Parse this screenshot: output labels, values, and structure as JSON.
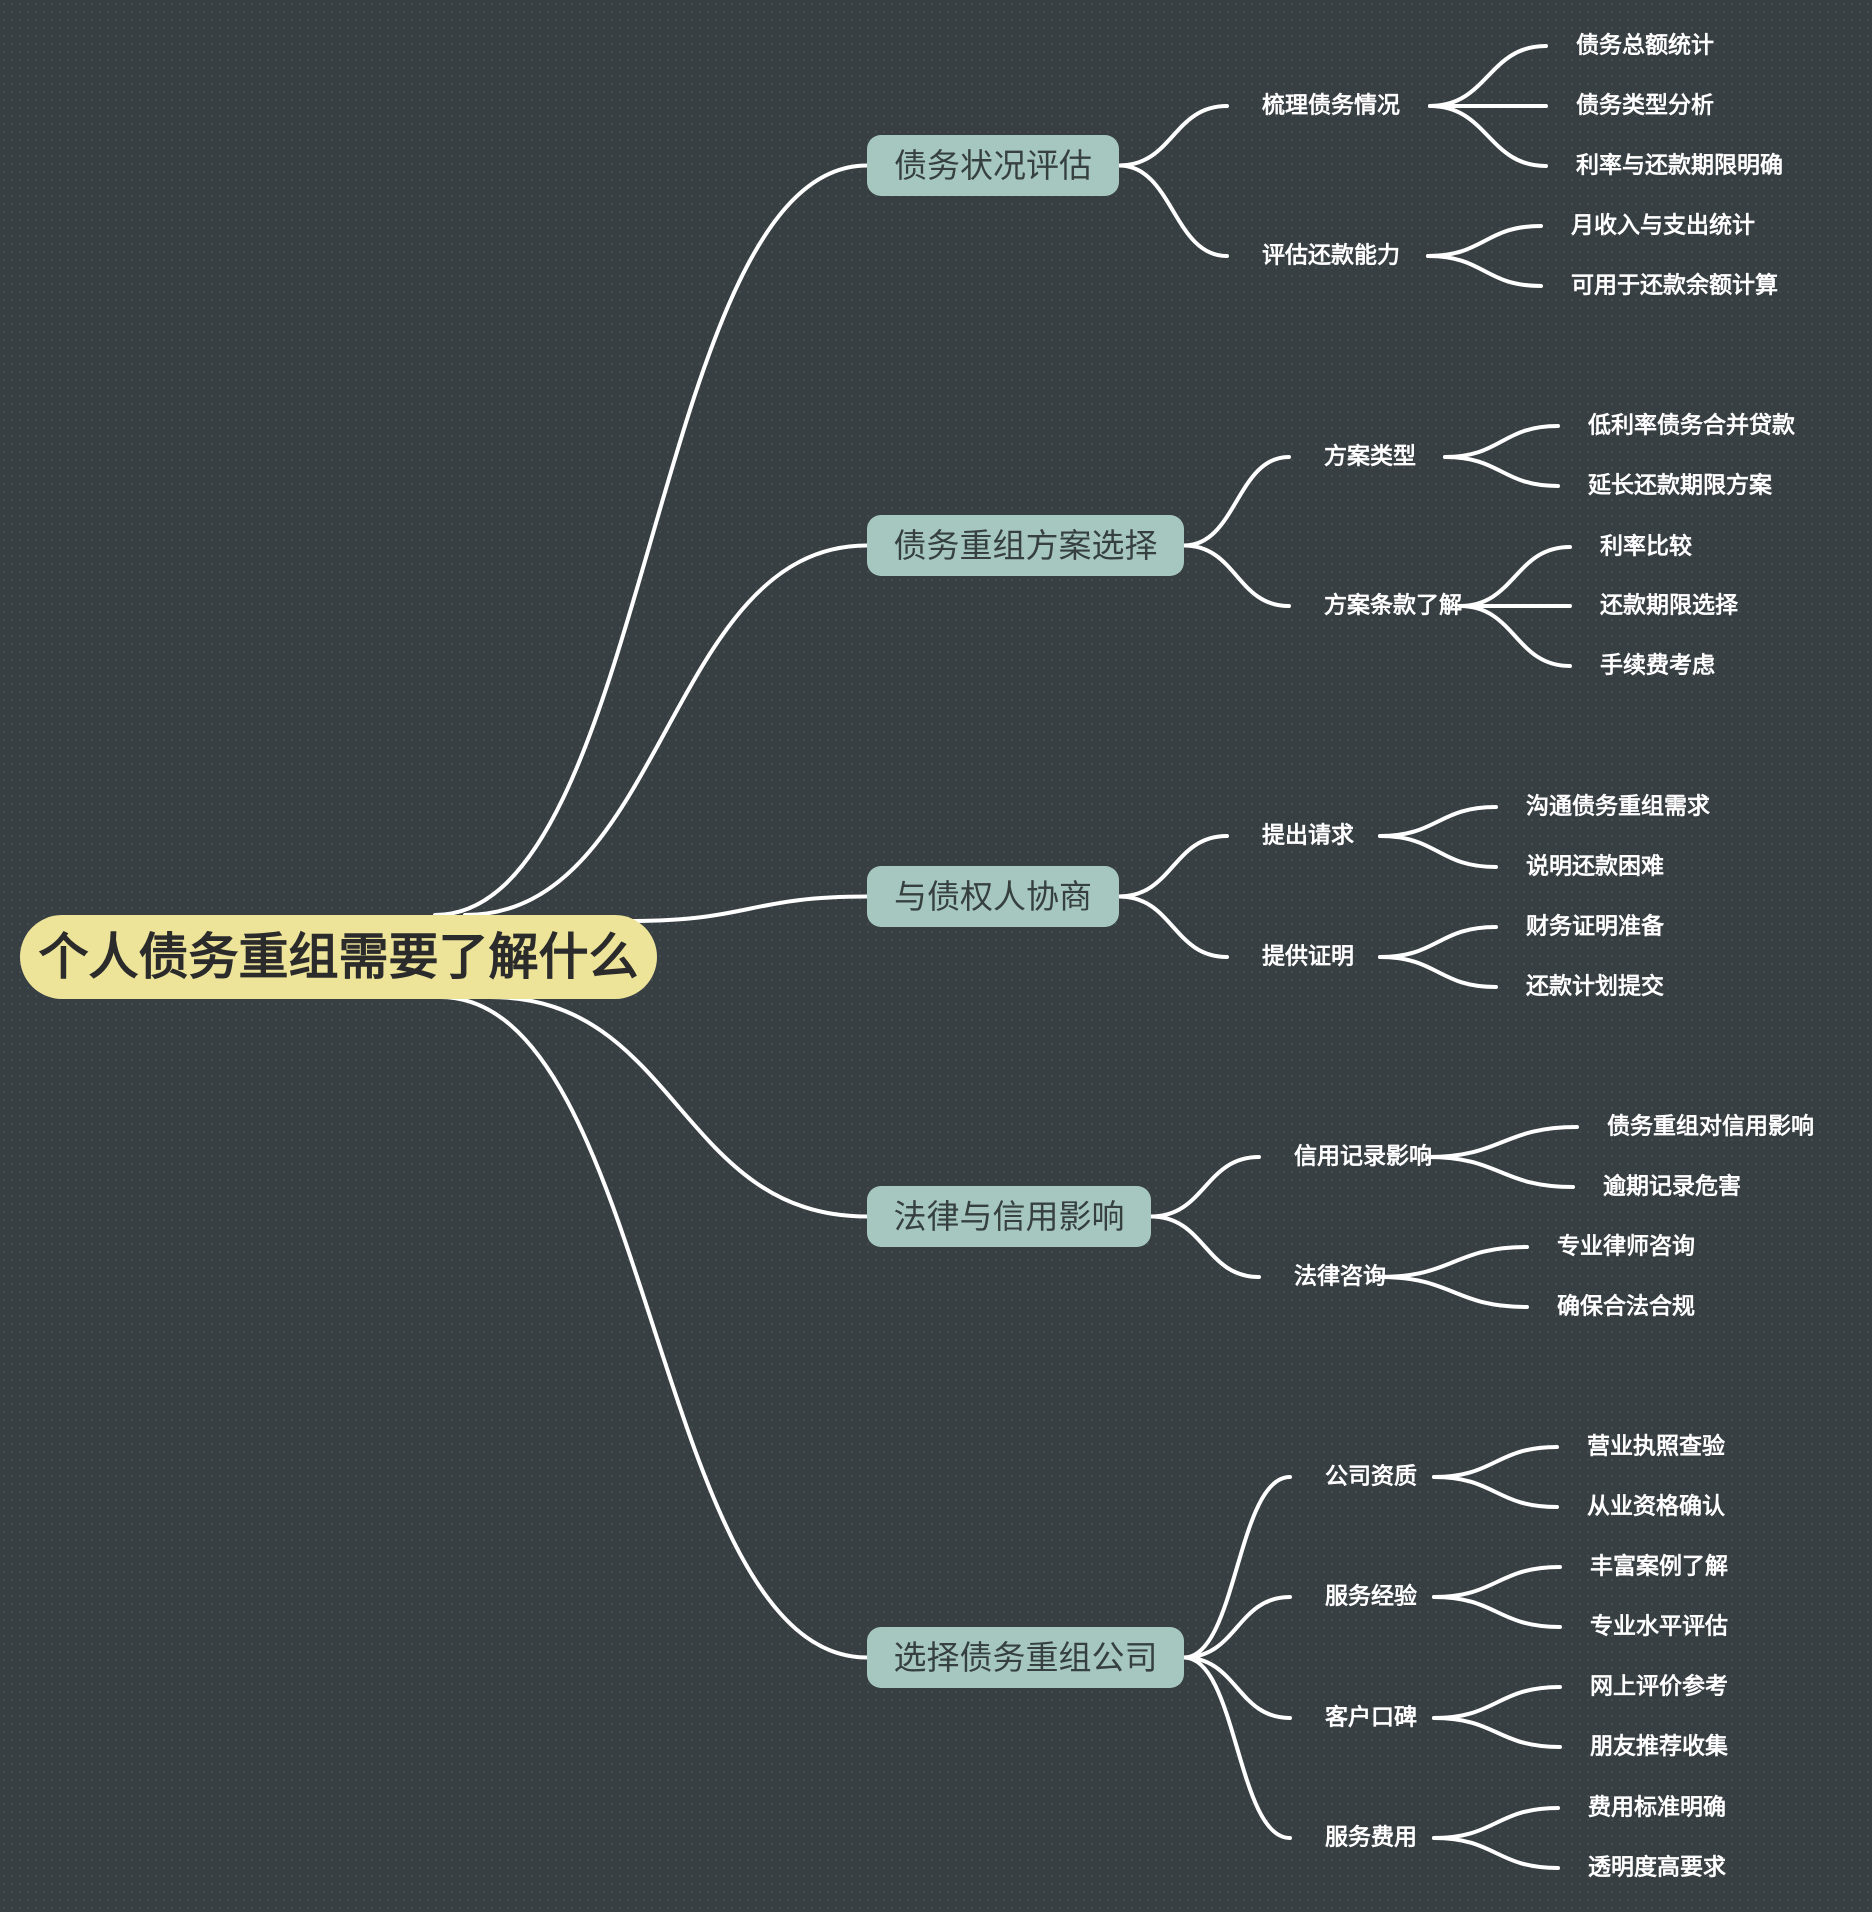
{
  "root": {
    "label": "个人债务重组需要了解什么"
  },
  "branches": [
    {
      "label": "债务状况评估",
      "children": [
        {
          "label": "梳理债务情况",
          "children": [
            "债务总额统计",
            "债务类型分析",
            "利率与还款期限明确"
          ]
        },
        {
          "label": "评估还款能力",
          "children": [
            "月收入与支出统计",
            "可用于还款余额计算"
          ]
        }
      ]
    },
    {
      "label": "债务重组方案选择",
      "children": [
        {
          "label": "方案类型",
          "children": [
            "低利率债务合并贷款",
            "延长还款期限方案"
          ]
        },
        {
          "label": "方案条款了解",
          "children": [
            "利率比较",
            "还款期限选择",
            "手续费考虑"
          ]
        }
      ]
    },
    {
      "label": "与债权人协商",
      "children": [
        {
          "label": "提出请求",
          "children": [
            "沟通债务重组需求",
            "说明还款困难"
          ]
        },
        {
          "label": "提供证明",
          "children": [
            "财务证明准备",
            "还款计划提交"
          ]
        }
      ]
    },
    {
      "label": "法律与信用影响",
      "children": [
        {
          "label": "信用记录影响",
          "children": [
            "债务重组对信用影响",
            "逾期记录危害"
          ]
        },
        {
          "label": "法律咨询",
          "children": [
            "专业律师咨询",
            "确保合法合规"
          ]
        }
      ]
    },
    {
      "label": "选择债务重组公司",
      "children": [
        {
          "label": "公司资质",
          "children": [
            "营业执照查验",
            "从业资格确认"
          ]
        },
        {
          "label": "服务经验",
          "children": [
            "丰富案例了解",
            "专业水平评估"
          ]
        },
        {
          "label": "客户口碑",
          "children": [
            "网上评价参考",
            "朋友推荐收集"
          ]
        },
        {
          "label": "服务费用",
          "children": [
            "费用标准明确",
            "透明度高要求"
          ]
        }
      ]
    }
  ],
  "colors": {
    "background": "#383f43",
    "root_fill": "#ede49a",
    "main_fill": "#a6c7bf",
    "link": "#ffffff"
  }
}
